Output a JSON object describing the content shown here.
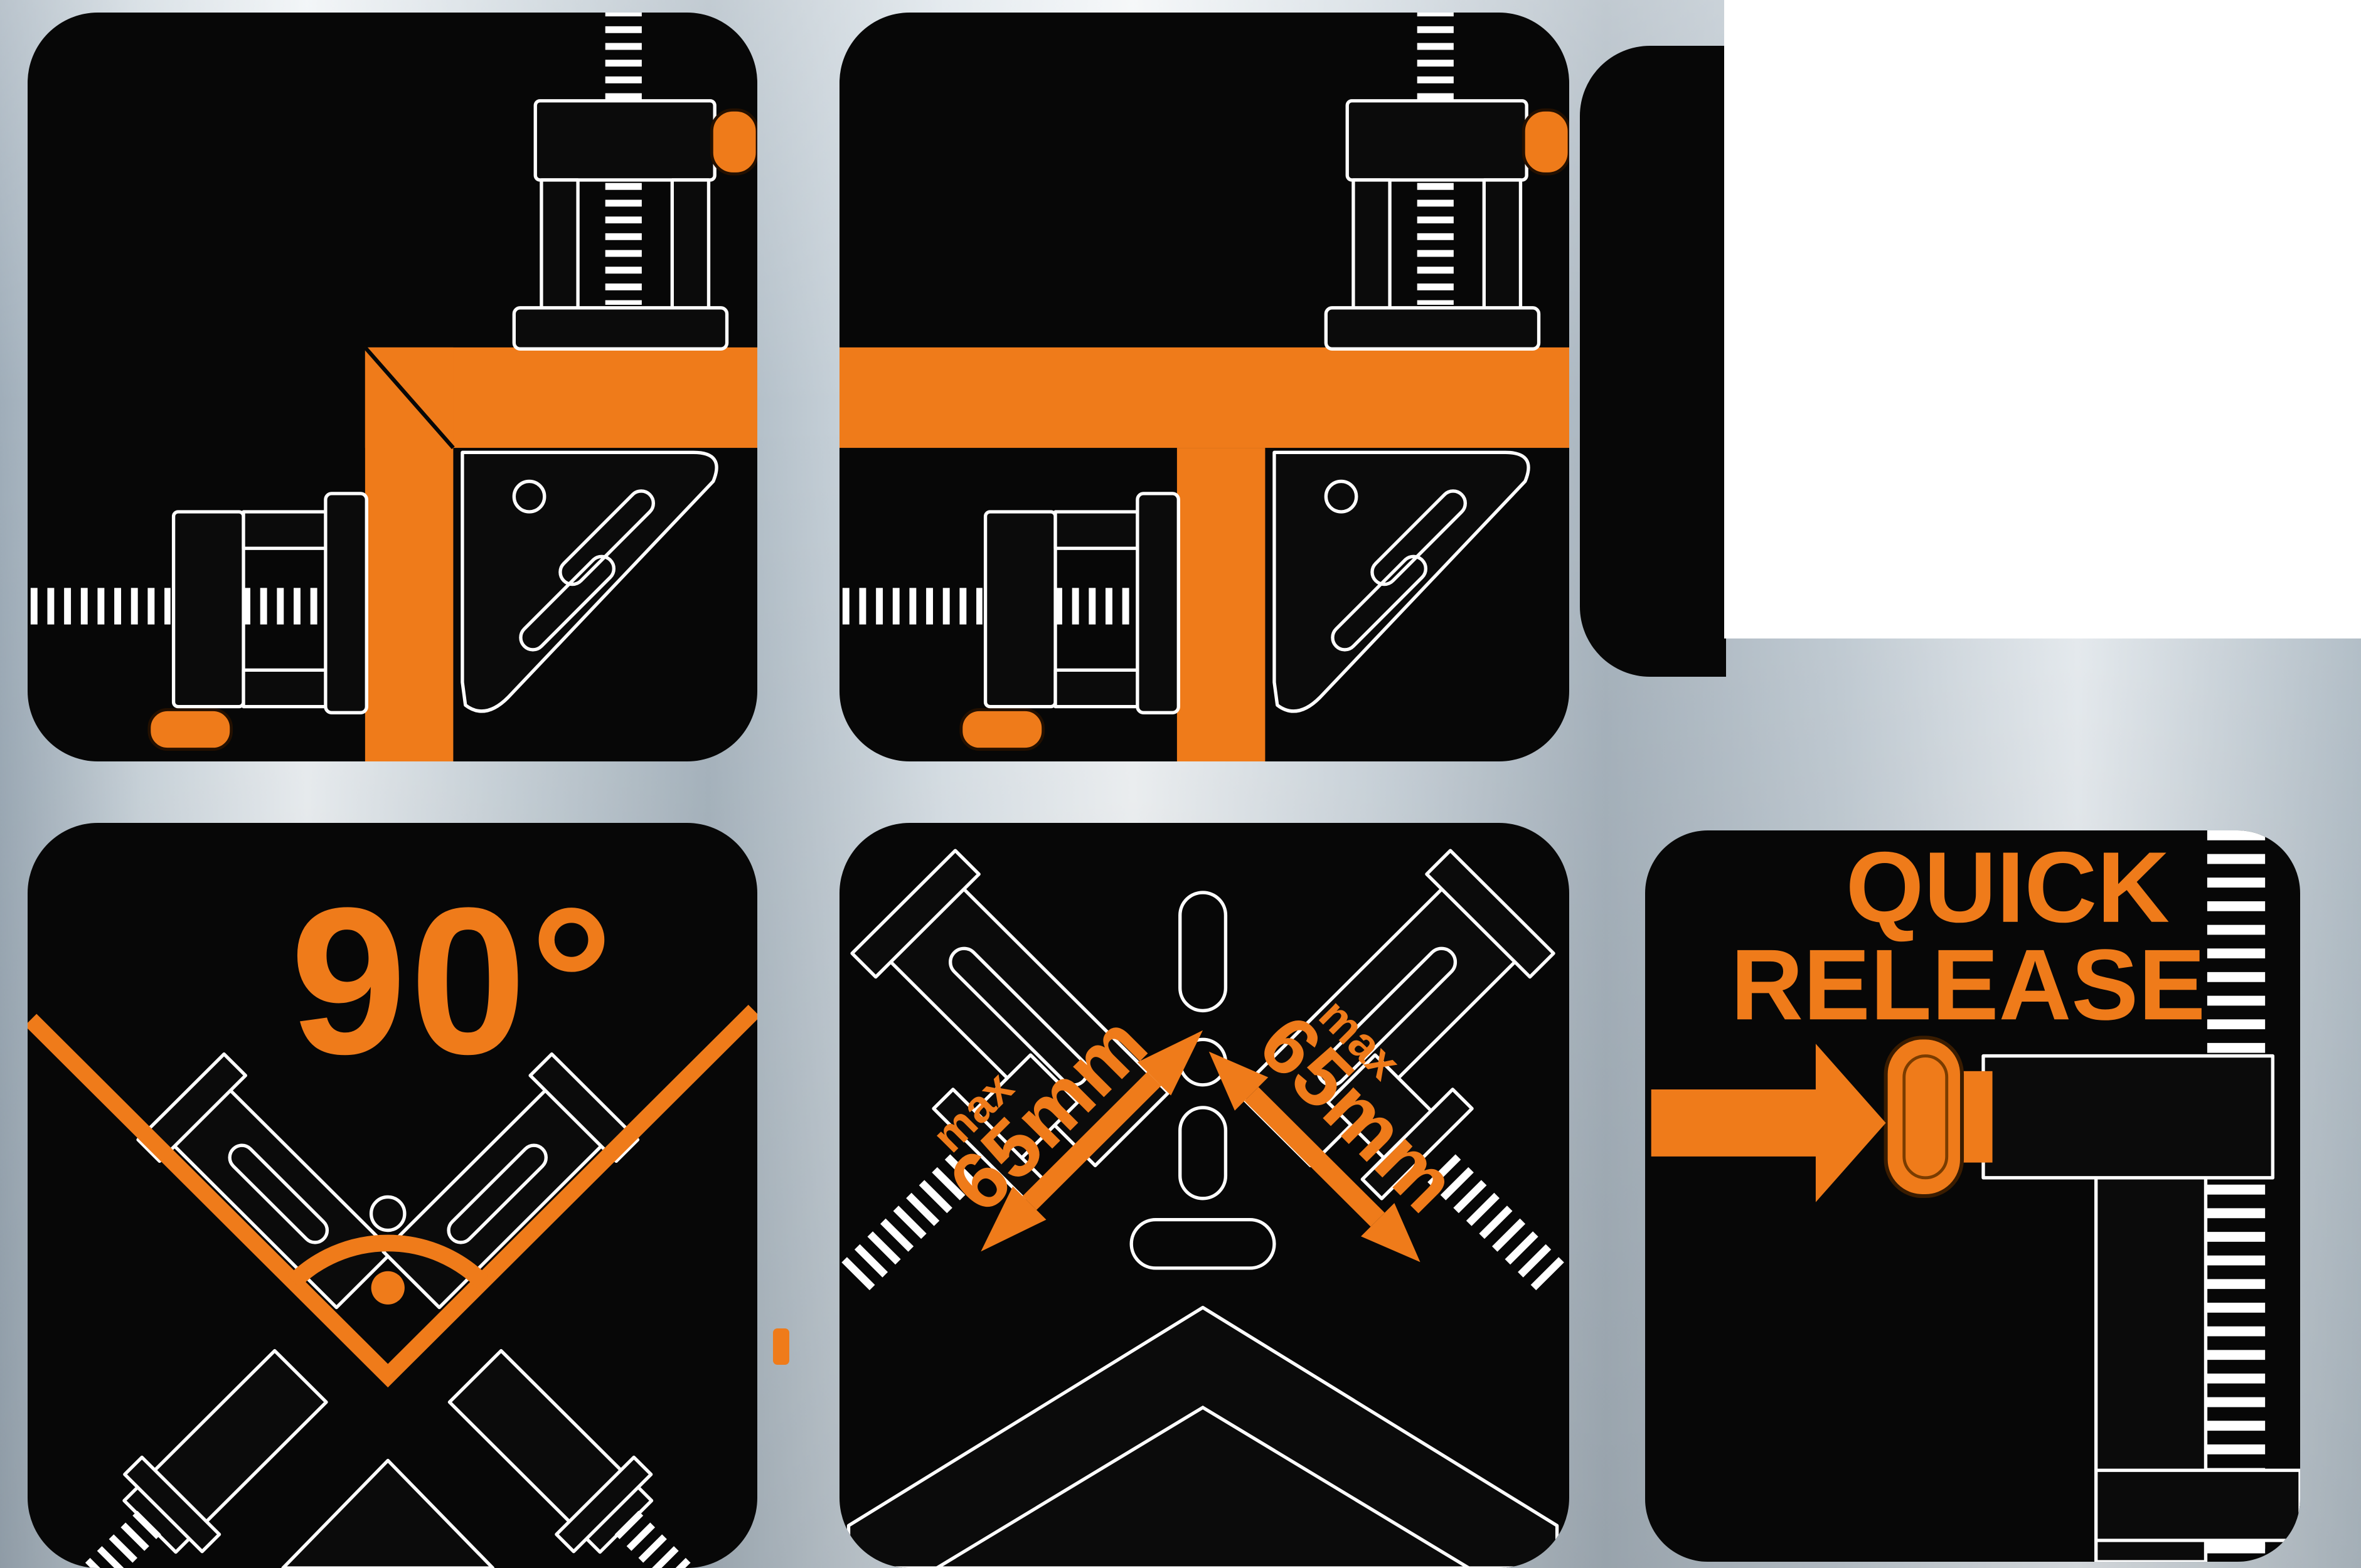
{
  "page": {
    "title": "Corner clamp feature infographic"
  },
  "colors": {
    "accent_orange": "#EF7B1A",
    "tile_background": "#070707",
    "line_white": "#FFFFFF",
    "metal_light": "#F2F5F7",
    "metal_dark": "#9FADB9",
    "white_patch": "#FFFFFF"
  },
  "tiles": {
    "corner_joint": {
      "illustration": "corner-clamp-holding-l-joint"
    },
    "t_joint": {
      "illustration": "corner-clamp-holding-t-joint"
    },
    "angle": {
      "label": "90°"
    },
    "capacity": {
      "left": {
        "prefix": "max",
        "value": "65mm"
      },
      "right": {
        "prefix": "max",
        "value": "65mm"
      }
    },
    "quick_release": {
      "line1": "QUICK",
      "line2": "RELEASE"
    }
  }
}
